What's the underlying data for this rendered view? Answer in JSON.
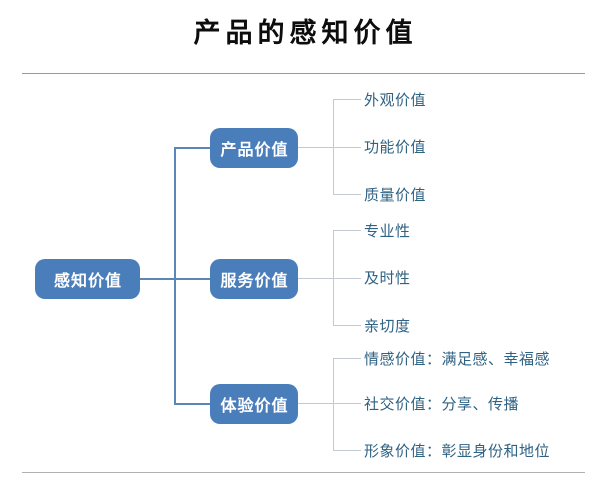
{
  "page": {
    "title": "产品的感知价值",
    "background": "#ffffff",
    "rule_color": "#9a9a9a"
  },
  "colors": {
    "node_fill": "#4a7ebb",
    "node_text": "#ffffff",
    "trunk_line": "#5b86b8",
    "branch_line": "#c3c9ce",
    "leaf_text": "#2f6283",
    "title_text": "#0d0d0d"
  },
  "diagram": {
    "root": {
      "label": "感知价值"
    },
    "branches": [
      {
        "label": "产品价值",
        "leaves": [
          {
            "label": "外观价值"
          },
          {
            "label": "功能价值"
          },
          {
            "label": "质量价值"
          }
        ]
      },
      {
        "label": "服务价值",
        "leaves": [
          {
            "label": "专业性"
          },
          {
            "label": "及时性"
          },
          {
            "label": "亲切度"
          }
        ]
      },
      {
        "label": "体验价值",
        "leaves": [
          {
            "label": "情感价值：满足感、幸福感"
          },
          {
            "label": "社交价值：分享、传播"
          },
          {
            "label": "形象价值：彰显身份和地位"
          }
        ]
      }
    ]
  }
}
